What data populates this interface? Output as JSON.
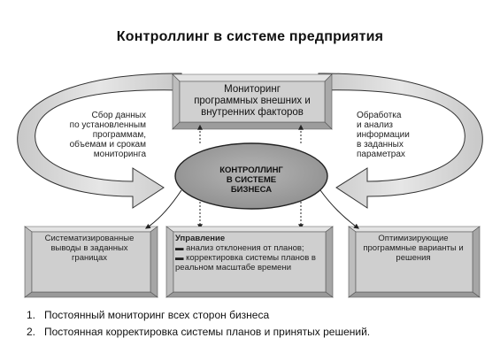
{
  "title": "Контроллинг  в системе предприятия",
  "monitor_box": {
    "lines": [
      "Мониторинг",
      "программных внешних и",
      "внутренних факторов"
    ]
  },
  "left_arrow_text": {
    "lines": [
      "Сбор данных",
      "по установленным",
      "программам,",
      "объемам и срокам",
      "мониторинга"
    ]
  },
  "right_arrow_text": {
    "lines": [
      "Обработка",
      "и анализ",
      "информации",
      "в заданных",
      "параметрах"
    ]
  },
  "core_ellipse": {
    "lines": [
      "КОНТРОЛЛИНГ",
      "В СИСТЕМЕ",
      "БИЗНЕСА"
    ]
  },
  "box_left": {
    "lines": [
      "Систематизированные",
      "выводы в заданных",
      "границах"
    ]
  },
  "box_middle": {
    "heading": "Управление",
    "items": [
      "▬ анализ отклонения от планов;",
      "▬ корректировка системы планов в реальном масштабе времени"
    ]
  },
  "box_right": {
    "lines": [
      "Оптимизирующие",
      "программные варианты и",
      "решения"
    ]
  },
  "bottom_list": [
    {
      "num": "1.",
      "text": "Постоянный мониторинг всех сторон бизнеса"
    },
    {
      "num": "2.",
      "text": "Постоянная корректировка системы планов и принятых решений."
    }
  ],
  "colors": {
    "arrow_fill": "#d4d4d4",
    "box_fill": "#c9c9c9",
    "ellipse_fill": "#9a9a9a",
    "stroke": "#333333"
  }
}
